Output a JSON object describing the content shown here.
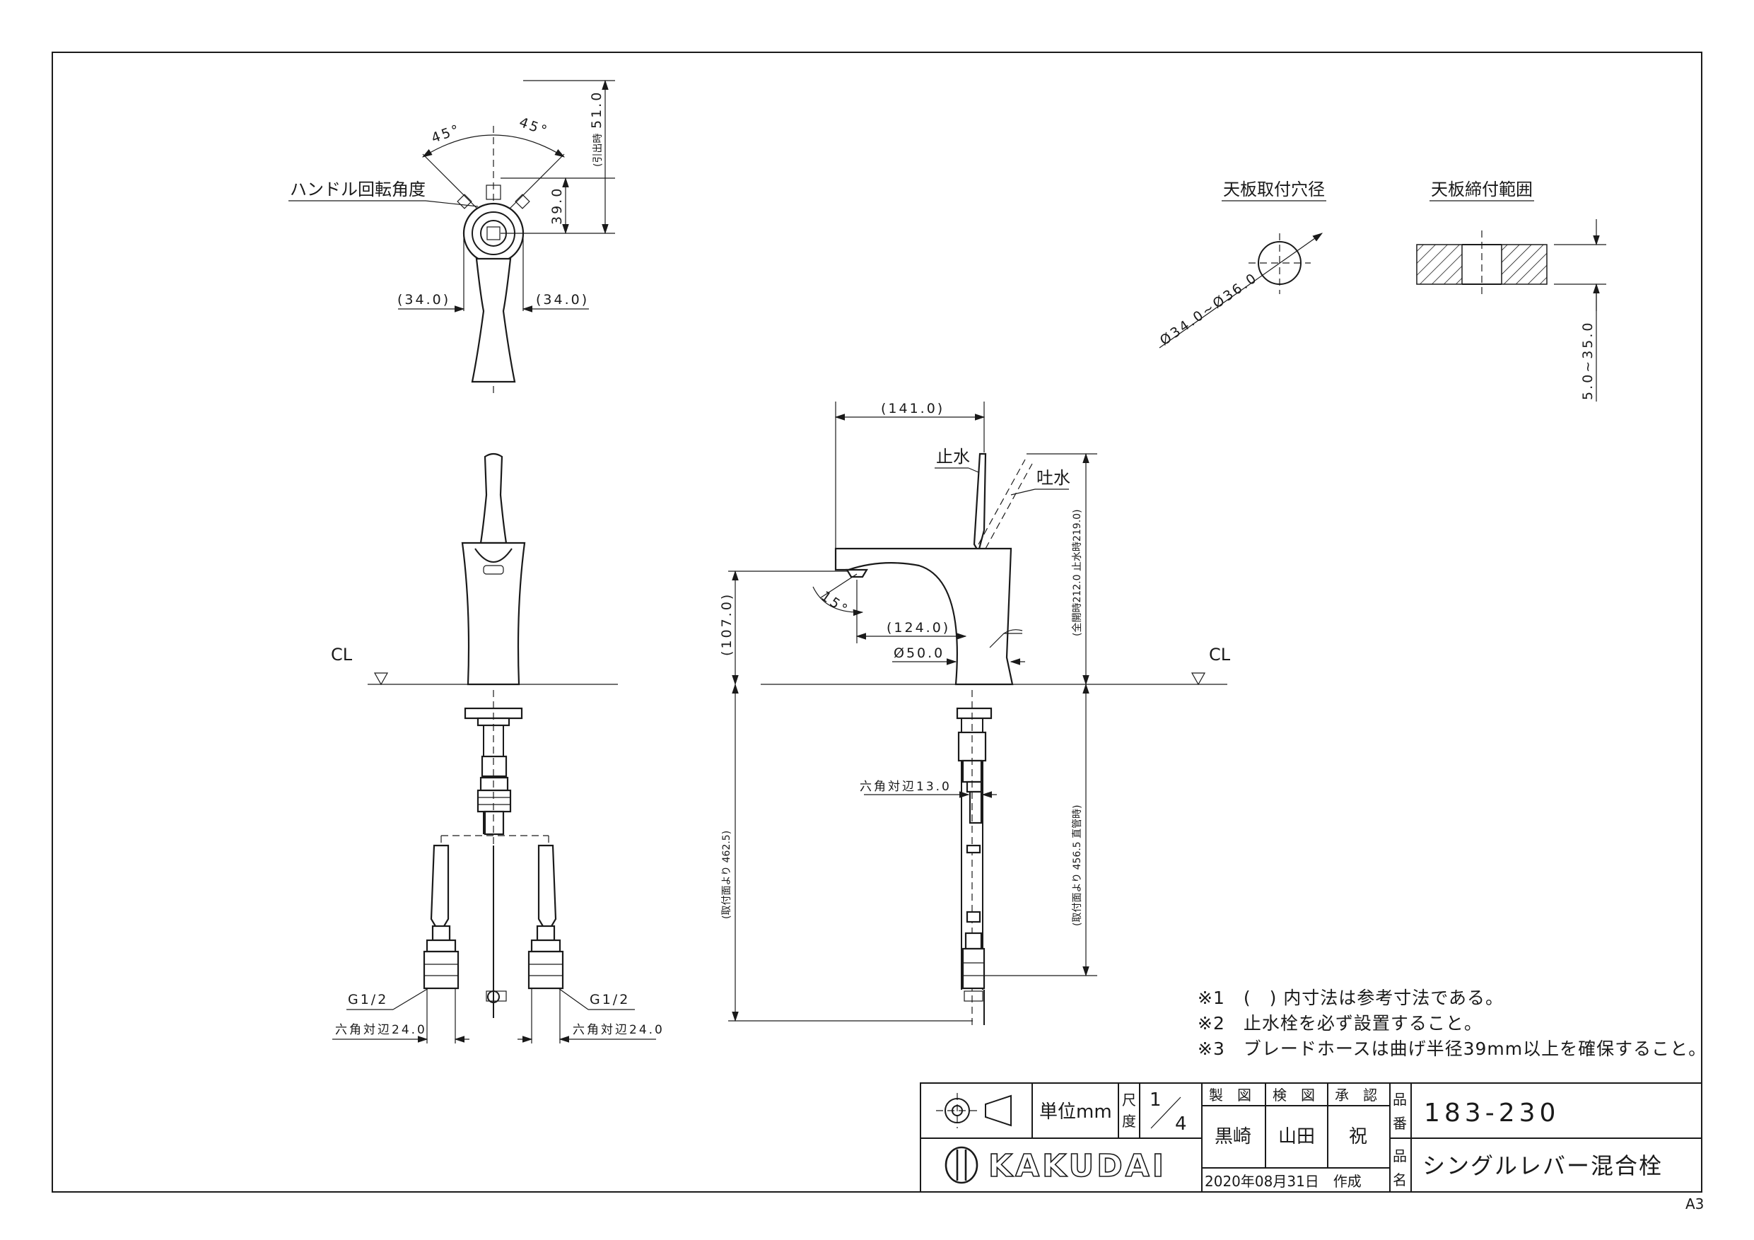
{
  "handle_view": {
    "title": "ハンドル回転角度",
    "angle_left": "45°",
    "angle_right": "45°",
    "dim_pull": "51.0",
    "dim_pull_note": "(引出時",
    "dim_39": "39.0",
    "dim_34_left": "(34.0)",
    "dim_34_right": "(34.0)"
  },
  "counter_hole": {
    "title": "天板取付穴径",
    "dim": "Ø34.0~Ø36.0"
  },
  "counter_range": {
    "title": "天板締付範囲",
    "dim": "5.0~35.0"
  },
  "front_view": {
    "cl": "CL",
    "g_left": "G1/2",
    "g_right": "G1/2",
    "hex_left": "六角対辺24.0",
    "hex_right": "六角対辺24.0"
  },
  "side_view": {
    "dim_141": "(141.0)",
    "shisui": "止水",
    "tosui": "吐水",
    "dim_top": "(全開時212.0 止水時219.0)",
    "angle_15": "15°",
    "dim_107": "(107.0)",
    "dim_124": "(124.0)",
    "dim_50": "Ø50.0",
    "cl": "CL",
    "hex_13": "六角対辺13.0",
    "dim_462": "(取付面より 462.5)",
    "dim_456": "(取付面より 456.5 直管時)"
  },
  "notes": [
    "※1　(　) 内寸法は参考寸法である。",
    "※2　止水栓を必ず設置すること。",
    "※3　ブレードホースは曲げ半径39mm以上を確保すること。"
  ],
  "title_block": {
    "unit": "単位mm",
    "scale_label_1": "尺",
    "scale_label_2": "度",
    "scale_num": "1",
    "scale_den": "4",
    "h_make": "製　図",
    "h_check": "検　図",
    "h_approve": "承　認",
    "n_make": "黒崎",
    "n_check": "山田",
    "n_approve": "祝",
    "date": "2020年08月31日　作成",
    "pn_label_1": "品",
    "pn_label_2": "番",
    "part_number": "183-230",
    "nm_label_1": "品",
    "nm_label_2": "名",
    "product_name": "シングルレバー混合栓",
    "brand": "KAKUDAI"
  },
  "sheet_size": "A3"
}
